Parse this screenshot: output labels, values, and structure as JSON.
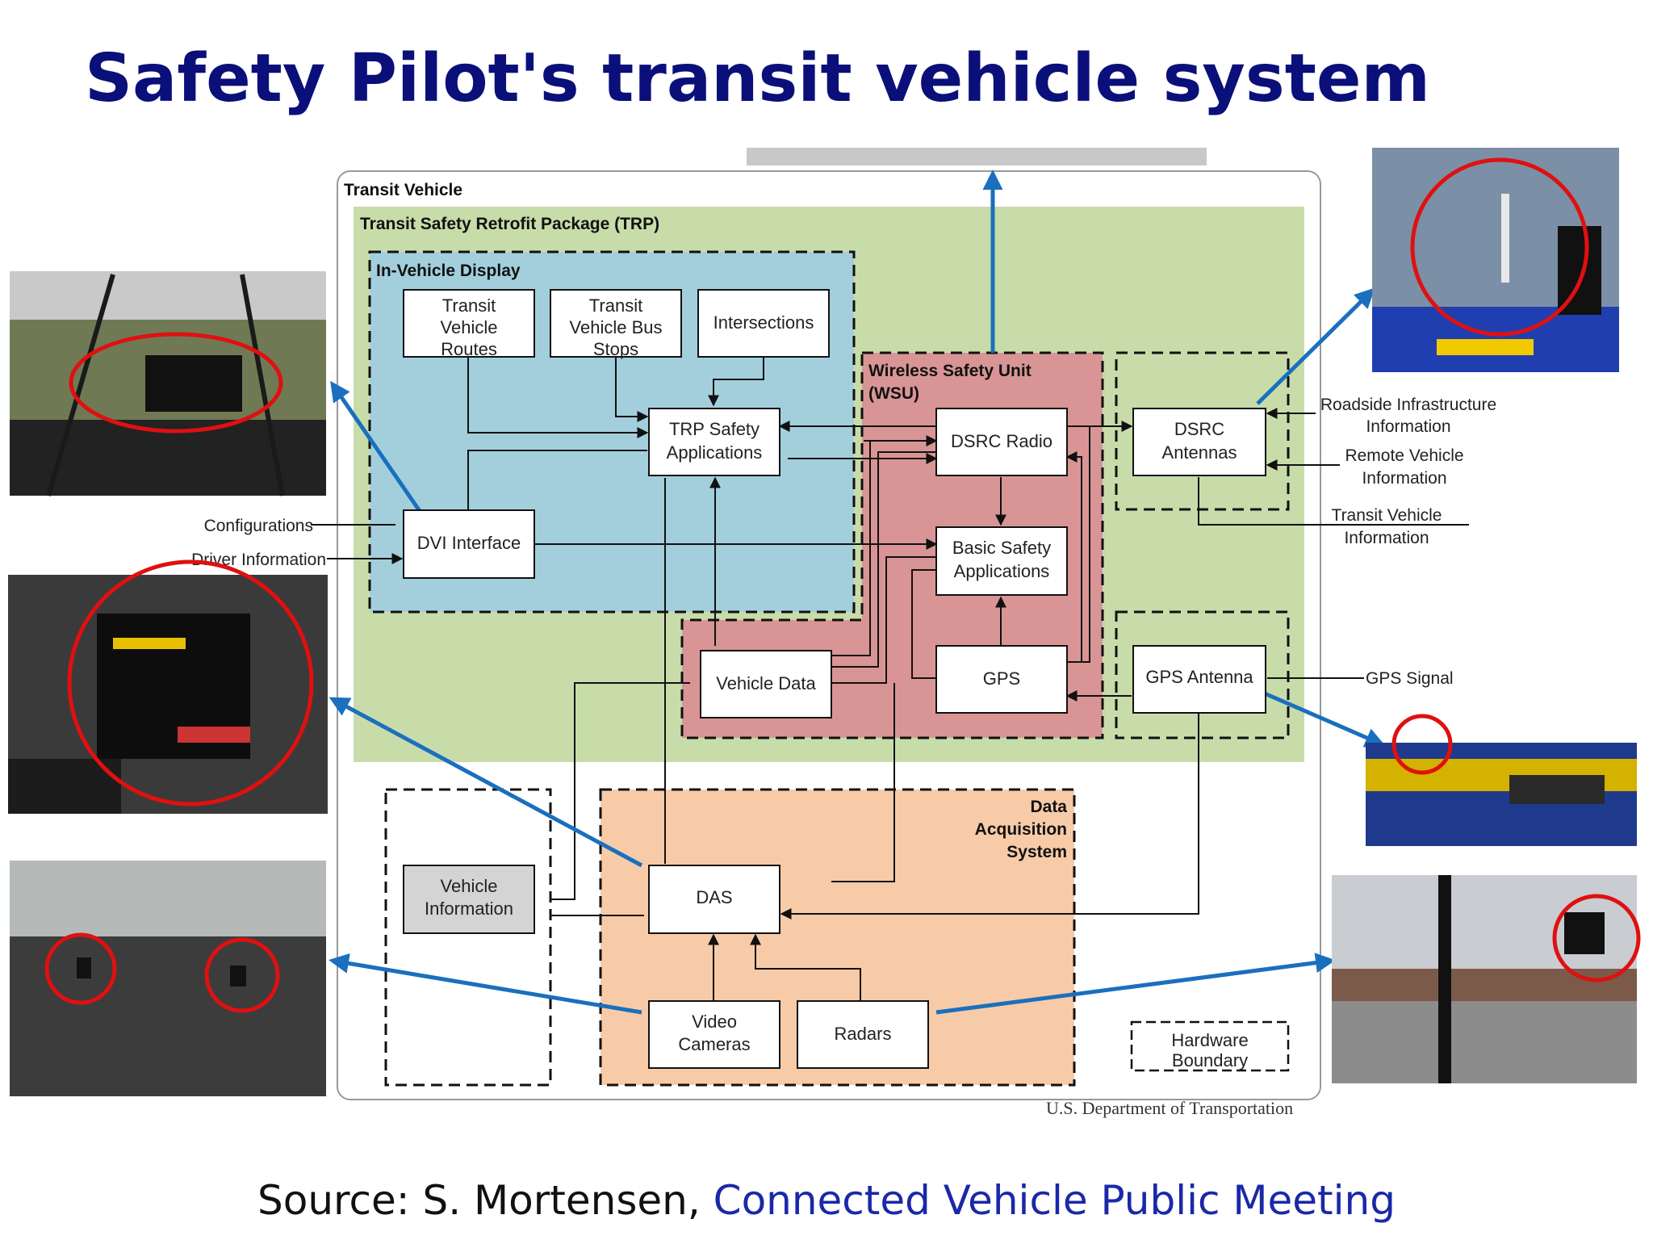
{
  "slide": {
    "title": "Safety Pilot's transit vehicle system",
    "source_prefix": "Source: S. Mortensen, ",
    "source_link": "Connected Vehicle Public Meeting"
  },
  "diagram": {
    "groups": {
      "transit_vehicle": "Transit Vehicle",
      "trp": "Transit Safety Retrofit Package (TRP)",
      "in_vehicle_display": "In-Vehicle Display",
      "wsu": [
        "Wireless Safety Unit",
        "(WSU)"
      ],
      "das_system": [
        "Data",
        "Acquisition",
        "System"
      ]
    },
    "boxes": {
      "routes": [
        "Transit",
        "Vehicle",
        "Routes"
      ],
      "stops": [
        "Transit",
        "Vehicle Bus",
        "Stops"
      ],
      "intersections": [
        "Intersections"
      ],
      "trp_safety": [
        "TRP Safety",
        "Applications"
      ],
      "dvi": [
        "DVI Interface"
      ],
      "dsrc_radio": [
        "DSRC Radio"
      ],
      "basic_safety": [
        "Basic Safety",
        "Applications"
      ],
      "gps": [
        "GPS"
      ],
      "vehicle_data": [
        "Vehicle Data"
      ],
      "dsrc_antennas": [
        "DSRC",
        "Antennas"
      ],
      "gps_antenna": [
        "GPS Antenna"
      ],
      "vehicle_info": [
        "Vehicle",
        "Information"
      ],
      "das": [
        "DAS"
      ],
      "video": [
        "Video",
        "Cameras"
      ],
      "radars": [
        "Radars"
      ]
    },
    "side_labels": {
      "configurations": "Configurations",
      "driver_info": "Driver Information",
      "roadside": [
        "Roadside Infrastructure",
        "Information"
      ],
      "remote_vehicle": [
        "Remote Vehicle",
        "Information"
      ],
      "transit_vehicle_info": [
        "Transit Vehicle",
        "Information"
      ],
      "gps_signal": "GPS Signal"
    },
    "legend": [
      "Hardware",
      "Boundary"
    ],
    "footer": "U.S. Department of Transportation"
  },
  "colors": {
    "title": "#0a0f7a",
    "trp_fill": "#c8dcaa",
    "display_fill": "#a3cfdd",
    "wsu_fill": "#d99595",
    "das_fill": "#f8cba8",
    "arrow_blue": "#1a6fbf"
  }
}
